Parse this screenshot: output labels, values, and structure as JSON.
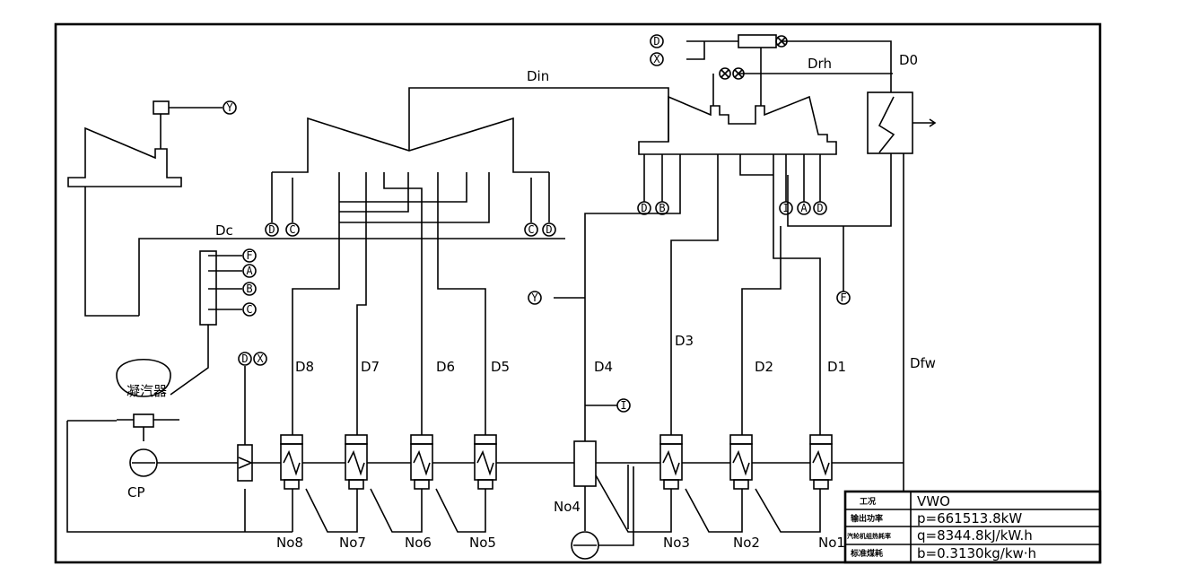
{
  "flows": {
    "din": "Din",
    "drh": "Drh",
    "d0": "D0",
    "dc": "Dc",
    "d1": "D1",
    "d2": "D2",
    "d3": "D3",
    "d4": "D4",
    "d5": "D5",
    "d6": "D6",
    "d7": "D7",
    "d8": "D8",
    "dfw": "Dfw"
  },
  "heaters": {
    "no1": "No1",
    "no2": "No2",
    "no3": "No3",
    "no4": "No4",
    "no5": "No5",
    "no6": "No6",
    "no7": "No7",
    "no8": "No8"
  },
  "equipment": {
    "condenser": "凝汽器",
    "pump": "CP"
  },
  "markers": {
    "d": "D",
    "x": "X",
    "y": "Y",
    "c": "C",
    "b": "B",
    "a": "A",
    "f": "F",
    "i": "I"
  },
  "table": {
    "rows": [
      {
        "caption": "工况",
        "value": "VWO"
      },
      {
        "caption": "输出功率",
        "value": "p=661513.8kW"
      },
      {
        "caption": "汽轮机组热耗率",
        "value": "q=8344.8kJ/kW.h"
      },
      {
        "caption": "标准煤耗",
        "value": "b=0.3130kg/kw·h"
      }
    ]
  }
}
